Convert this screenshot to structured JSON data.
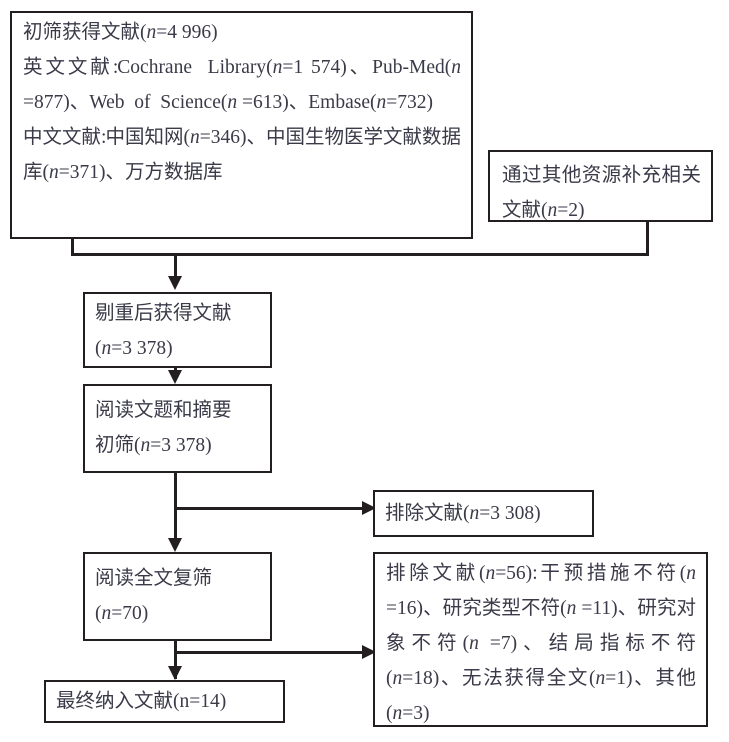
{
  "diagram": {
    "type": "flowchart",
    "title": "PRISMA literature screening flow diagram",
    "language": "zh-CN",
    "colors": {
      "line": "#231f20",
      "text": "#3a3a48",
      "background": "#ffffff"
    },
    "nodes": {
      "initial_search": {
        "id": "box-initial",
        "lines": [
          "初筛获得文献(n=4 996)",
          "英文文献:Cochrane Library(n=1 574)、Pub-Med(n=877)、Web of Science(n=613)、Embase(n=732)",
          "中文文献:中国知网(n=346)、中国生物医学文献数据库(n=371)、万方数据库"
        ],
        "text": "初筛获得文献(n=4 996) 英文文献:Cochrane Library(n=1 574)、PubMed(n=877)、Web of Science(n=613)、Embase(n=732) 中文文献:中国知网(n=346)、中国生物医学文献数据库(n=371)、万方数据库",
        "counts": {
          "total": "4 996",
          "cochrane_library": "1 574",
          "pubmed": "877",
          "web_of_science": "613",
          "embase": "732",
          "cnki": "346",
          "sinomed": "371"
        }
      },
      "other_sources": {
        "id": "box-other",
        "text": "通过其他资源补充相关文献(n=2)",
        "count": "2"
      },
      "after_dedup": {
        "id": "box-dedup",
        "text": "剔重后获得文献(n=3 378)",
        "count": "3 378"
      },
      "title_abstract_screen": {
        "id": "box-title-abs",
        "text": "阅读文题和摘要初筛(n=3 378)",
        "count": "3 378"
      },
      "fulltext_screen": {
        "id": "box-fulltext",
        "text": "阅读全文复筛(n=70)",
        "count": "70"
      },
      "excluded_first": {
        "id": "box-excl-1",
        "text": "排除文献(n=3 308)",
        "count": "3 308"
      },
      "excluded_second": {
        "id": "box-excl-2",
        "text": "排除文献(n=56):干预措施不符(n=16)、研究类型不符(n=11)、研究对象不符(n=7)、结局指标不符(n=18)、无法获得全文(n=1)、其他(n=3)",
        "count": "56",
        "reasons": [
          {
            "label": "干预措施不符",
            "count": "16"
          },
          {
            "label": "研究类型不符",
            "count": "11"
          },
          {
            "label": "研究对象不符",
            "count": "7"
          },
          {
            "label": "结局指标不符",
            "count": "18"
          },
          {
            "label": "无法获得全文",
            "count": "1"
          },
          {
            "label": "其他",
            "count": "3"
          }
        ]
      },
      "final_included": {
        "id": "box-final",
        "text": "最终纳入文献(n=14)",
        "count": "14"
      }
    },
    "edges": [
      {
        "from": "initial_search",
        "to": "after_dedup",
        "style": "elbow-merge-arrow-down"
      },
      {
        "from": "other_sources",
        "to": "after_dedup",
        "style": "elbow-merge"
      },
      {
        "from": "after_dedup",
        "to": "title_abstract_screen",
        "style": "arrow-down"
      },
      {
        "from": "title_abstract_screen",
        "to": "excluded_first",
        "style": "branch-arrow-right"
      },
      {
        "from": "title_abstract_screen",
        "to": "fulltext_screen",
        "style": "arrow-down"
      },
      {
        "from": "fulltext_screen",
        "to": "excluded_second",
        "style": "branch-arrow-right"
      },
      {
        "from": "fulltext_screen",
        "to": "final_included",
        "style": "arrow-down"
      }
    ]
  }
}
